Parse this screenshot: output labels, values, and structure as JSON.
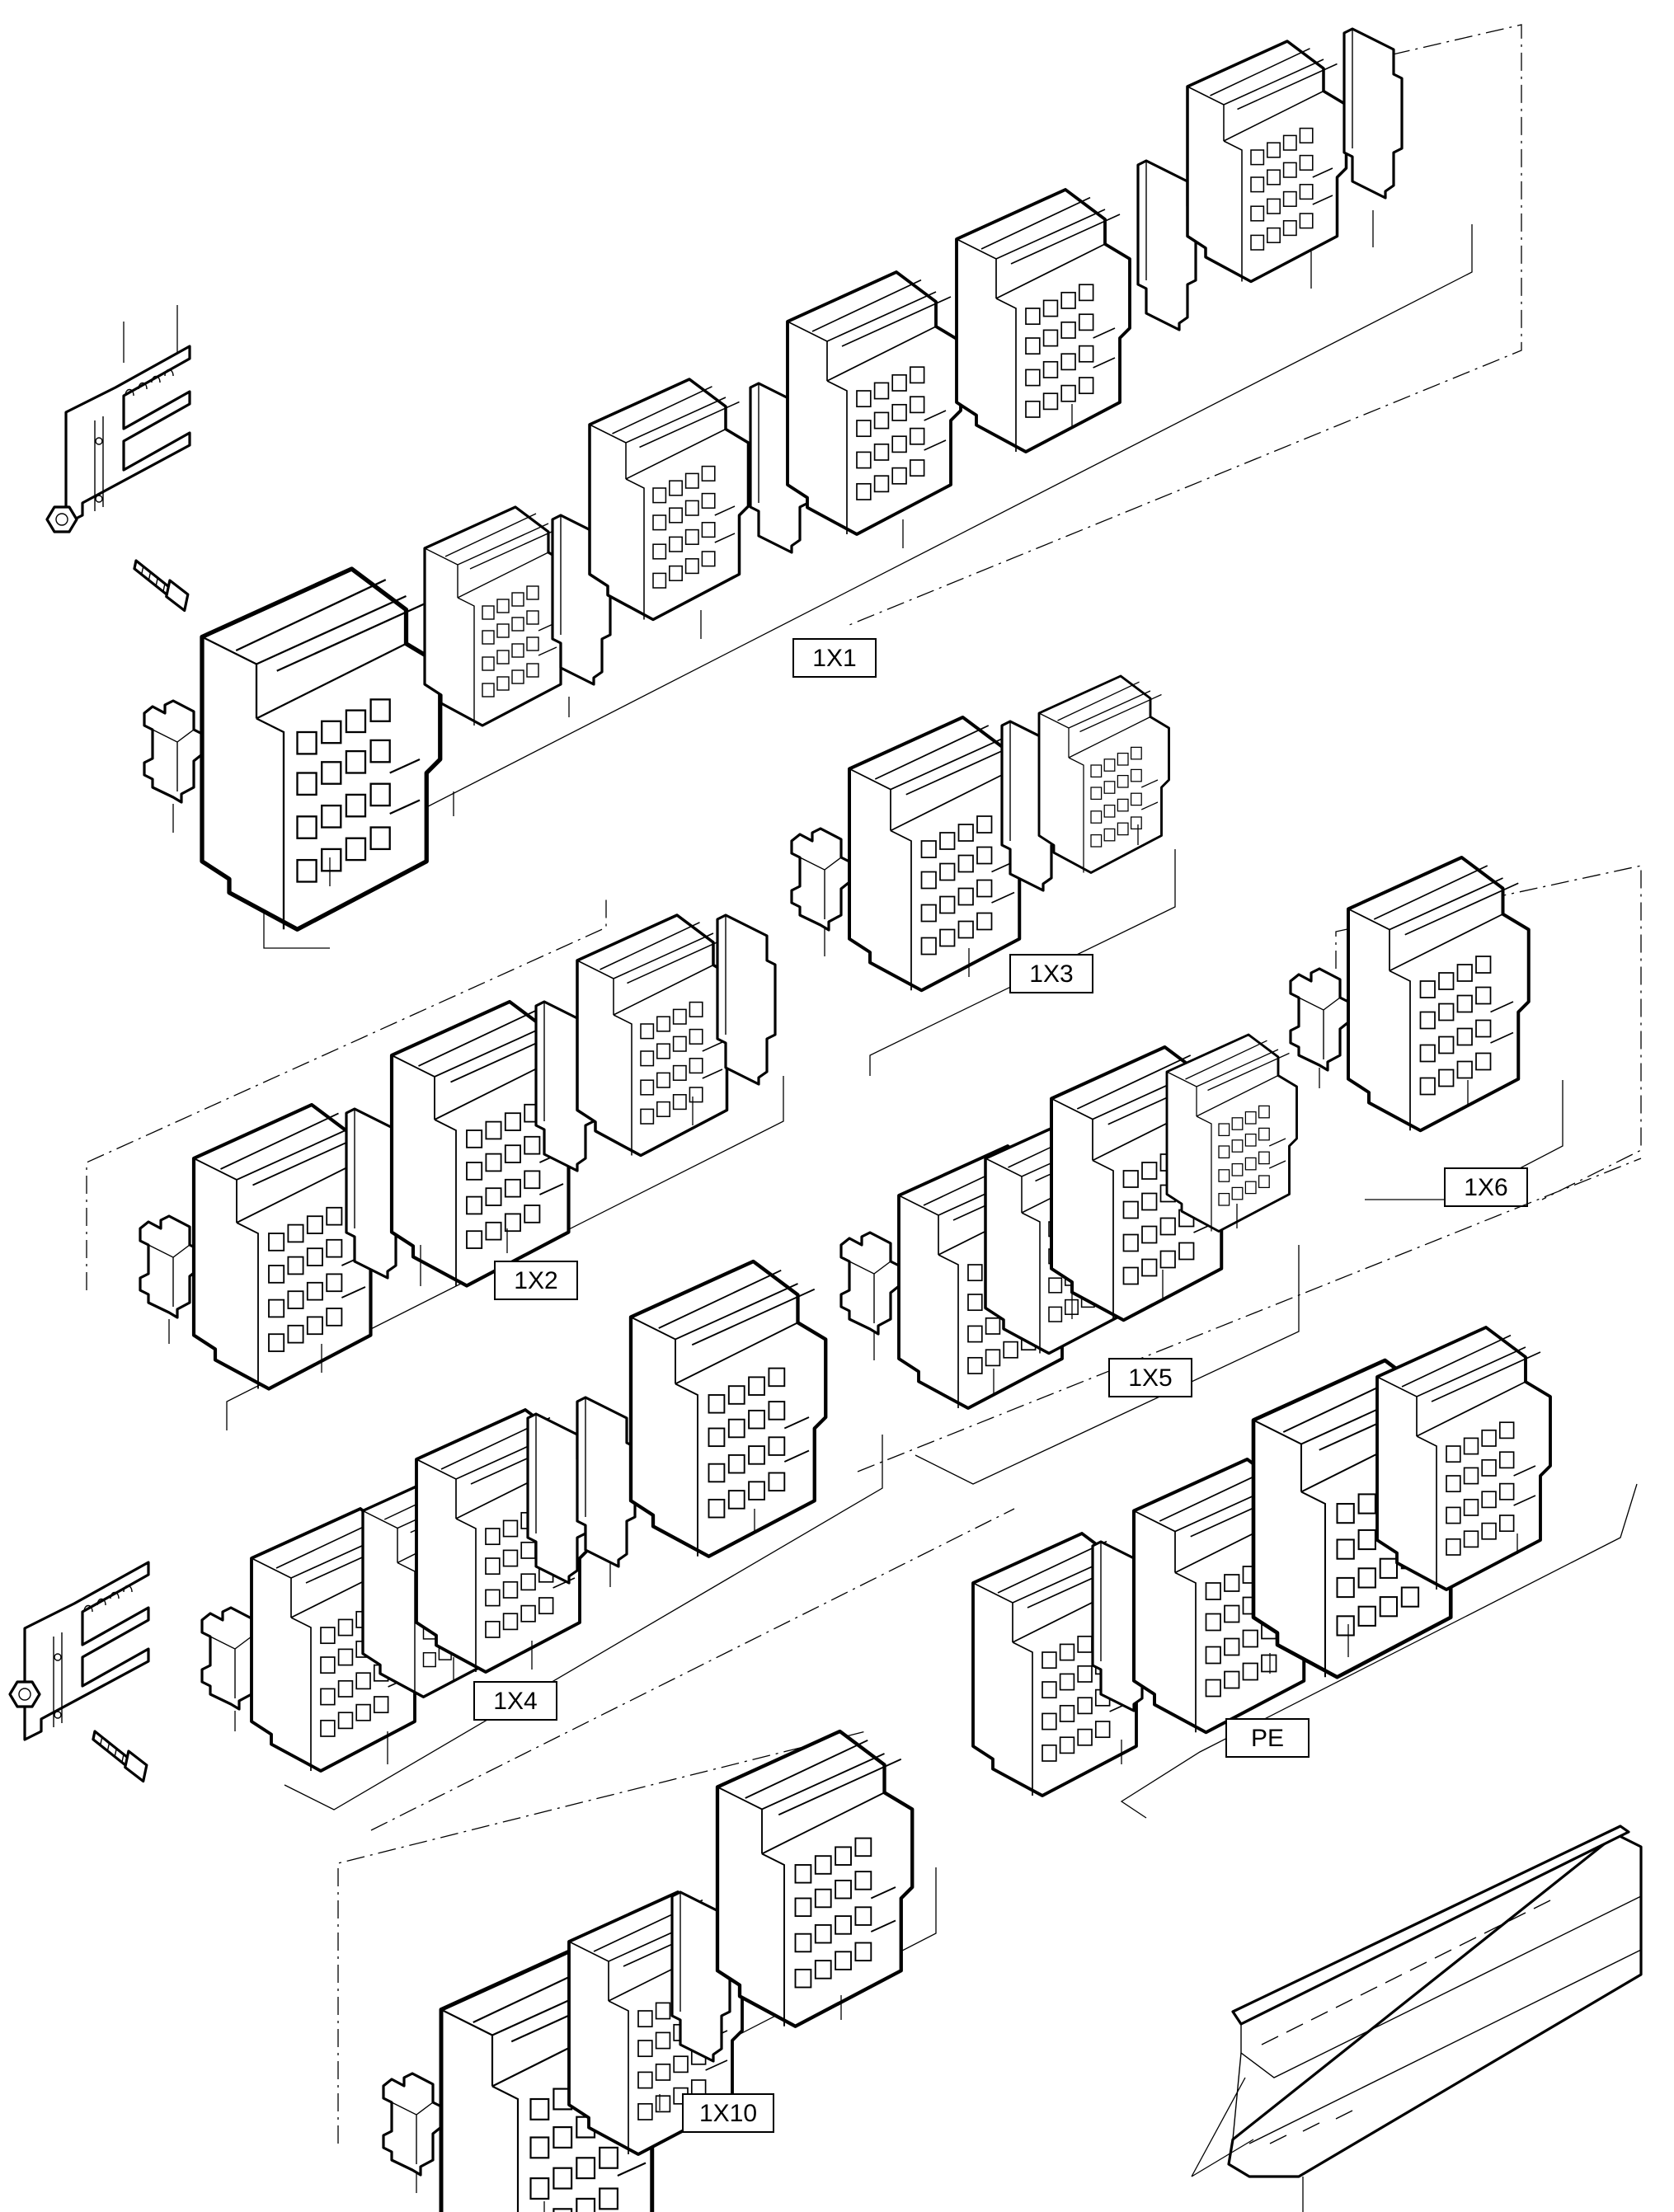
{
  "labels": {
    "1x1": "1X1",
    "1x2": "1X2",
    "1x3": "1X3",
    "1x4": "1X4",
    "1x5": "1X5",
    "1x6": "1X6",
    "1x10": "1X10",
    "pe": "PE"
  },
  "colors": {
    "line": "#000000",
    "background": "#ffffff"
  }
}
